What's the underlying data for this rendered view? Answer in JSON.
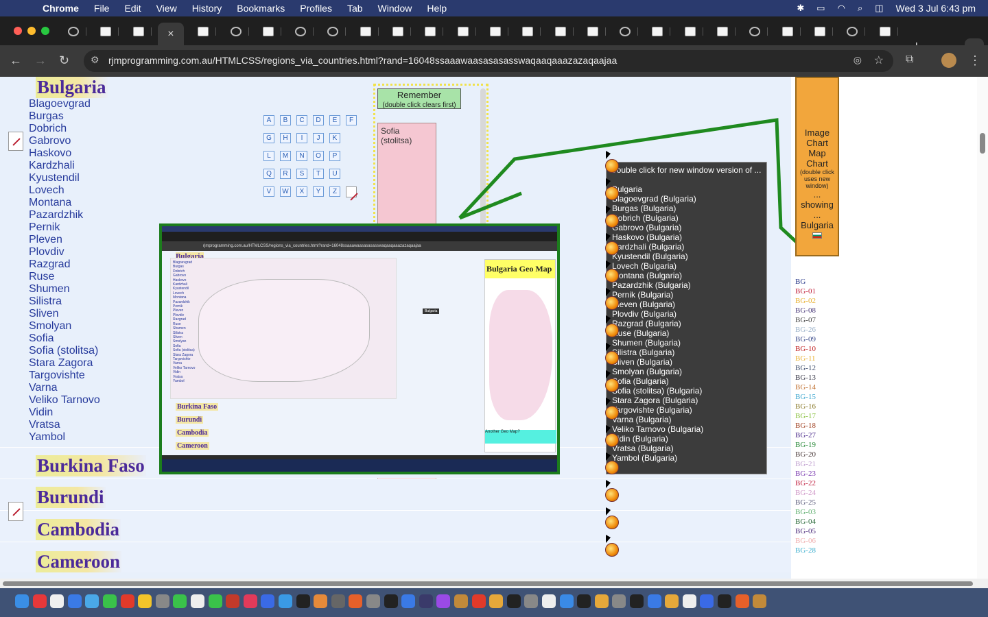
{
  "menubar": {
    "app": "Chrome",
    "items": [
      "File",
      "Edit",
      "View",
      "History",
      "Bookmarks",
      "Profiles",
      "Tab",
      "Window",
      "Help"
    ],
    "clock": "Wed 3 Jul  6:43 pm"
  },
  "toolbar": {
    "url": "rjmprogramming.com.au/HTMLCSS/regions_via_countries.html?rand=16048ssaaawaasasasasswaqaaqaaazazaqaajaa"
  },
  "page": {
    "country_title": "Bulgaria",
    "regions": [
      "Blagoevgrad",
      "Burgas",
      "Dobrich",
      "Gabrovo",
      "Haskovo",
      "Kardzhali",
      "Kyustendil",
      "Lovech",
      "Montana",
      "Pazardzhik",
      "Pernik",
      "Pleven",
      "Plovdiv",
      "Razgrad",
      "Ruse",
      "Shumen",
      "Silistra",
      "Sliven",
      "Smolyan",
      "Sofia",
      "Sofia (stolitsa)",
      "Stara Zagora",
      "Targovishte",
      "Varna",
      "Veliko Tarnovo",
      "Vidin",
      "Vratsa",
      "Yambol"
    ],
    "other_countries": [
      "Burkina Faso",
      "Burundi",
      "Cambodia",
      "Cameroon"
    ],
    "letters": [
      "A",
      "B",
      "C",
      "D",
      "E",
      "F",
      "G",
      "H",
      "I",
      "J",
      "K",
      "L",
      "M",
      "N",
      "O",
      "P",
      "Q",
      "R",
      "S",
      "T",
      "U",
      "V",
      "W",
      "X",
      "Y",
      "Z"
    ],
    "remember": {
      "label": "Remember",
      "hint": "(double click clears first)",
      "value": "Sofia (stolitsa)"
    },
    "popup": {
      "title": "Double click for new window version of ...",
      "items": [
        "Bulgaria",
        "Blagoevgrad (Bulgaria)",
        "Burgas (Bulgaria)",
        "Dobrich (Bulgaria)",
        "Gabrovo (Bulgaria)",
        "Haskovo (Bulgaria)",
        "Kardzhali (Bulgaria)",
        "Kyustendil (Bulgaria)",
        "Lovech (Bulgaria)",
        "Montana (Bulgaria)",
        "Pazardzhik (Bulgaria)",
        "Pernik (Bulgaria)",
        "Pleven (Bulgaria)",
        "Plovdiv (Bulgaria)",
        "Razgrad (Bulgaria)",
        "Ruse (Bulgaria)",
        "Shumen (Bulgaria)",
        "Silistra (Bulgaria)",
        "Sliven (Bulgaria)",
        "Smolyan (Bulgaria)",
        "Sofia (Bulgaria)",
        "Sofia (stolitsa) (Bulgaria)",
        "Stara Zagora (Bulgaria)",
        "Targovishte (Bulgaria)",
        "Varna (Bulgaria)",
        "Veliko Tarnovo (Bulgaria)",
        "Vidin (Bulgaria)",
        "Vratsa (Bulgaria)",
        "Yambol (Bulgaria)"
      ]
    },
    "orange_box": {
      "line1": "Image Chart Map Chart",
      "line2": "(double click uses new window)",
      "line3": "... showing ...",
      "country": "Bulgaria"
    },
    "codes": [
      {
        "code": "BG",
        "color": "#2a3a8a"
      },
      {
        "code": "BG-01",
        "color": "#c0203a"
      },
      {
        "code": "BG-02",
        "color": "#e8b030"
      },
      {
        "code": "BG-08",
        "color": "#4a3a7a"
      },
      {
        "code": "BG-07",
        "color": "#444444"
      },
      {
        "code": "BG-26",
        "color": "#9ab0c8"
      },
      {
        "code": "BG-09",
        "color": "#3a4a8a"
      },
      {
        "code": "BG-10",
        "color": "#c02020"
      },
      {
        "code": "BG-11",
        "color": "#e8b030"
      },
      {
        "code": "BG-12",
        "color": "#3a4a6a"
      },
      {
        "code": "BG-13",
        "color": "#3a3a4a"
      },
      {
        "code": "BG-14",
        "color": "#c07030"
      },
      {
        "code": "BG-15",
        "color": "#40a8d0"
      },
      {
        "code": "BG-16",
        "color": "#8a7a2a"
      },
      {
        "code": "BG-17",
        "color": "#8ac040"
      },
      {
        "code": "BG-18",
        "color": "#a04020"
      },
      {
        "code": "BG-27",
        "color": "#4a2a8a"
      },
      {
        "code": "BG-19",
        "color": "#2a8a3a"
      },
      {
        "code": "BG-20",
        "color": "#4a3a3a"
      },
      {
        "code": "BG-21",
        "color": "#c0a0d0"
      },
      {
        "code": "BG-23",
        "color": "#7a3ab0"
      },
      {
        "code": "BG-22",
        "color": "#c02040"
      },
      {
        "code": "BG-24",
        "color": "#d098c8"
      },
      {
        "code": "BG-25",
        "color": "#5a5a7a"
      },
      {
        "code": "BG-03",
        "color": "#60b070"
      },
      {
        "code": "BG-04",
        "color": "#2a6a3a"
      },
      {
        "code": "BG-05",
        "color": "#4a2a7a"
      },
      {
        "code": "BG-06",
        "color": "#f0b0b0"
      },
      {
        "code": "BG-28",
        "color": "#40b0d0"
      }
    ],
    "embedded": {
      "url": "rjmprogramming.com.au/HTMLCSS/regions_via_countries.html?rand=16048ssaaawaasasasasswaqaaqaaazazaqaajaa",
      "title": "Bulgaria",
      "geo_title": "Bulgaria Geo Map",
      "geo_footer": "Another Geo Map?",
      "tag": "Bulgaria",
      "other_countries": [
        "Burkina Faso",
        "Burundi",
        "Cambodia",
        "Cameroon"
      ]
    }
  }
}
